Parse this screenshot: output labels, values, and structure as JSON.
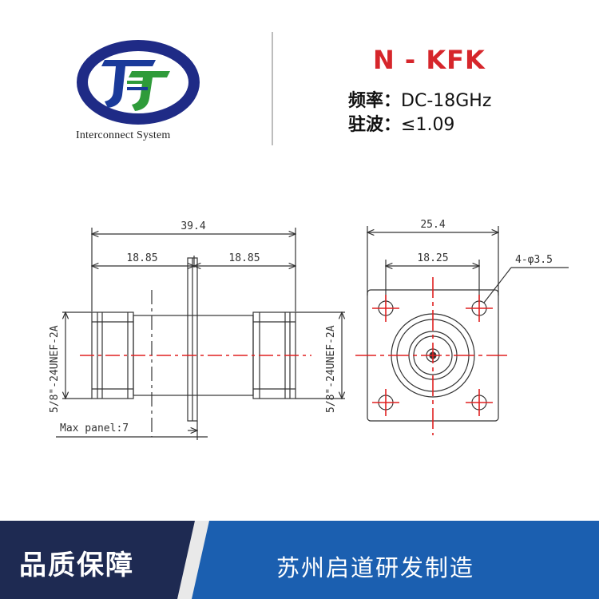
{
  "brand": {
    "caption": "Interconnect System",
    "colors": {
      "ring": "#1f2b86",
      "blue": "#1a3a9a",
      "green": "#2f9b3a"
    }
  },
  "product": {
    "name": "N - KFK",
    "spec1_label": "频率：",
    "spec1_value": "DC-18GHz",
    "spec2_label": "驻波：",
    "spec2_value": "≤1.09"
  },
  "drawing": {
    "side_total": "39.4",
    "side_left": "18.85",
    "side_right": "18.85",
    "thread_left": "5/8\"-24UNEF-2A",
    "thread_right": "5/8\"-24UNEF-2A",
    "panel": "Max panel:7",
    "front_total": "25.4",
    "front_holes": "18.25",
    "hole_spec": "4-φ3.5",
    "accent": "#e02020"
  },
  "footer": {
    "left_text": "品质保障",
    "right_text": "苏州启道研发制造"
  }
}
